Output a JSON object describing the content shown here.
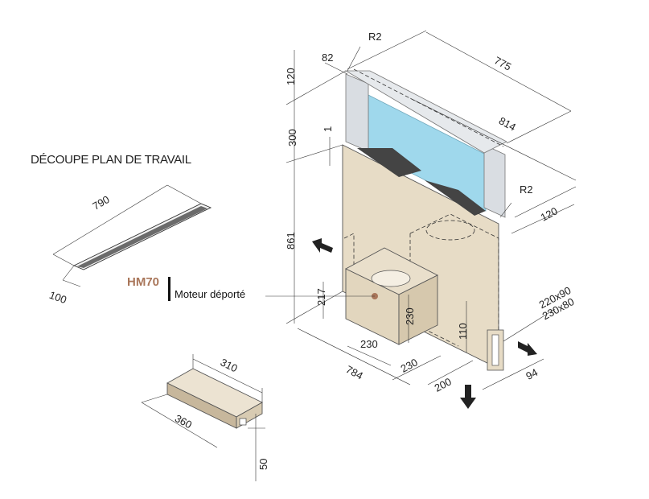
{
  "section_title": "DÉCOUPE PLAN DE TRAVAIL",
  "model": "HM70",
  "motor_label": "Moteur déporté",
  "cutout": {
    "length": "790",
    "width": "100"
  },
  "motor_box": {
    "width": "310",
    "depth": "360",
    "height": "50"
  },
  "hood": {
    "top_offset": "120",
    "edge": "82",
    "radius_top": "R2",
    "glass_width": "775",
    "total_width": "814",
    "radius_side": "R2",
    "rise": "300",
    "gap": "1",
    "height": "861",
    "side_depth": "120",
    "vent_sizes": "220x90\n230x80",
    "vent_a": "220x90",
    "vent_b": "230x80",
    "outlet_depth": "94",
    "bottom_width": "784",
    "motor_offset": "217",
    "motor_w": "230",
    "motor_h": "230",
    "motor_d": "230",
    "duct_h": "110",
    "duct_w": "200"
  },
  "colors": {
    "panel": "#e7dcc6",
    "glass": "#9fd8ec",
    "frame": "#d9dde2",
    "brand": "#a9765a",
    "grille": "#444444"
  }
}
